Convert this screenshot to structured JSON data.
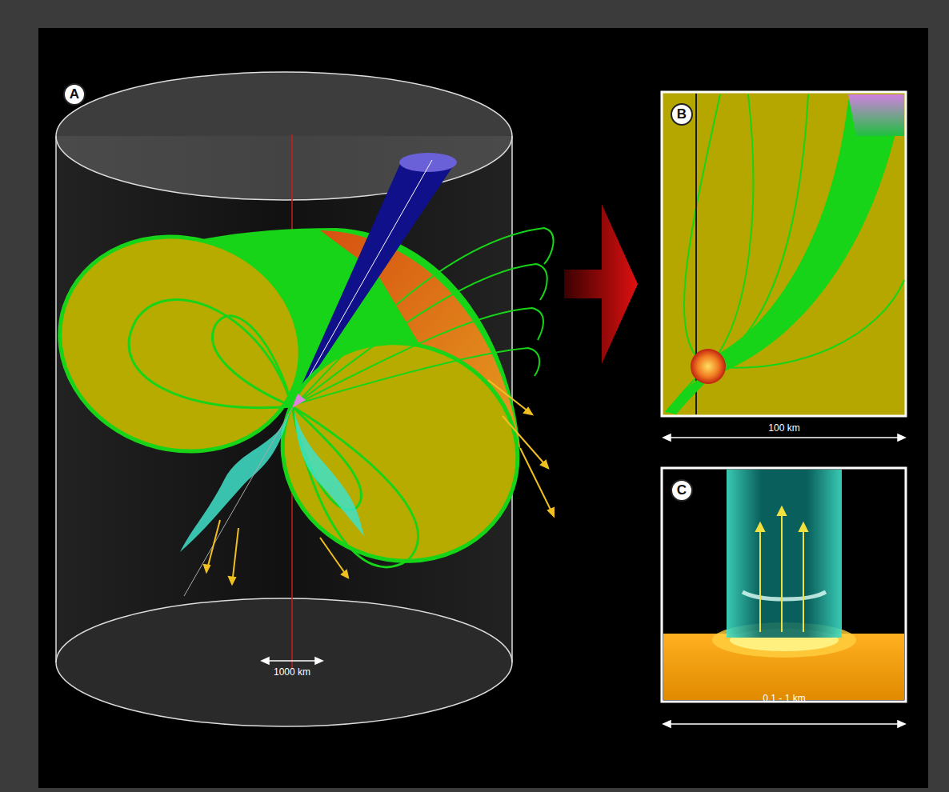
{
  "diagram": {
    "nodes": [
      {
        "text": [
          "A"
        ]
      },
      {
        "text": [
          "B"
        ]
      },
      {
        "text": [
          "C"
        ]
      }
    ],
    "edges": [
      {
        "from": 0,
        "to": 1,
        "arrow": "to"
      }
    ],
    "labels": [
      "1000 km",
      "100 km",
      "0.1 - 1 km"
    ]
  }
}
